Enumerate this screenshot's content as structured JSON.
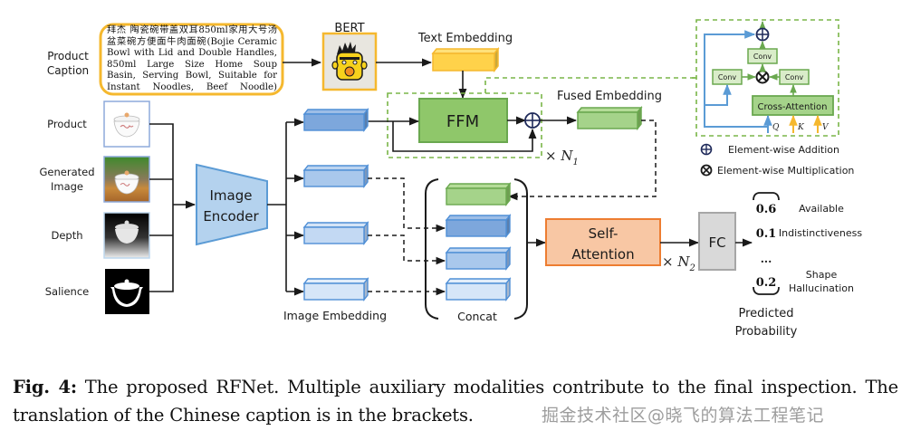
{
  "inputs": {
    "product_caption_label_line1": "Product",
    "product_caption_label_line2": "Caption",
    "caption_text": "拜杰 陶瓷碗带盖双耳850ml家用大号汤盆菜碗方便面牛肉面碗(Bojie Ceramic Bowl with Lid and Double Handles, 850ml Large Size Home Soup Basin, Serving Bowl, Suitable for Instant Noodles, Beef Noodle)",
    "modalities": [
      {
        "label_line1": "Product",
        "label_line2": "",
        "thumb": "product-photo"
      },
      {
        "label_line1": "Generated",
        "label_line2": "Image",
        "thumb": "generated-scene"
      },
      {
        "label_line1": "Depth",
        "label_line2": "",
        "thumb": "depth-map"
      },
      {
        "label_line1": "Salience",
        "label_line2": "",
        "thumb": "salience-mask"
      }
    ]
  },
  "modules": {
    "bert": "BERT",
    "text_embedding": "Text Embedding",
    "image_encoder_line1": "Image",
    "image_encoder_line2": "Encoder",
    "ffm": "FFM",
    "n1_base": "× N",
    "n1_sub": "1",
    "fused_embedding": "Fused Embedding",
    "image_embedding": "Image Embedding",
    "concat": "Concat",
    "self_attention_line1": "Self-",
    "self_attention_line2": "Attention",
    "n2_base": "× N",
    "n2_sub": "2",
    "fc": "FC",
    "predicted_line1": "Predicted",
    "predicted_line2": "Probability"
  },
  "ffm_detail": {
    "conv_top": "Conv",
    "conv_left": "Conv",
    "conv_right": "Conv",
    "cross_attention": "Cross-Attention",
    "q": "Q",
    "k": "K",
    "v": "V"
  },
  "legend": {
    "addition": "Element-wise Addition",
    "multiplication": "Element-wise Multiplication"
  },
  "predictions": [
    {
      "value": "0.6",
      "label_line1": "Available",
      "label_line2": ""
    },
    {
      "value": "0.1",
      "label_line1": "Indistinctiveness",
      "label_line2": ""
    },
    {
      "value": "...",
      "label_line1": "",
      "label_line2": ""
    },
    {
      "value": "0.2",
      "label_line1": "Shape",
      "label_line2": "Hallucination"
    }
  ],
  "figure_caption": {
    "prefix": "Fig. 4:",
    "text": " The proposed RFNet. Multiple auxiliary modalities contribute to the final inspection. The translation of the Chinese caption is in the brackets."
  },
  "watermark": "掘金技术社区@晓飞的算法工程笔记",
  "colors": {
    "caption_border": "#f5b82e",
    "bert_bg": "#e8e6df",
    "text_embedding": "#ffd24a",
    "ffm_fill": "#8fc76a",
    "ffm_border": "#6aa84f",
    "dashed_green": "#7ab648",
    "embed_dark": "#7da7dc",
    "embed_mid": "#a9c8ec",
    "embed_light": "#cfe1f6",
    "embed_border": "#4f8fd6",
    "self_attention_fill": "#f8c7a4",
    "self_attention_border": "#ed7d31",
    "fc_fill": "#d9d9d9",
    "fc_border": "#a6a6a6",
    "arrow": "#1a1a1a",
    "q_arrow": "#5b9bd5",
    "kv_arrow": "#f5b82e",
    "circle_op": "#1f2a5a"
  }
}
